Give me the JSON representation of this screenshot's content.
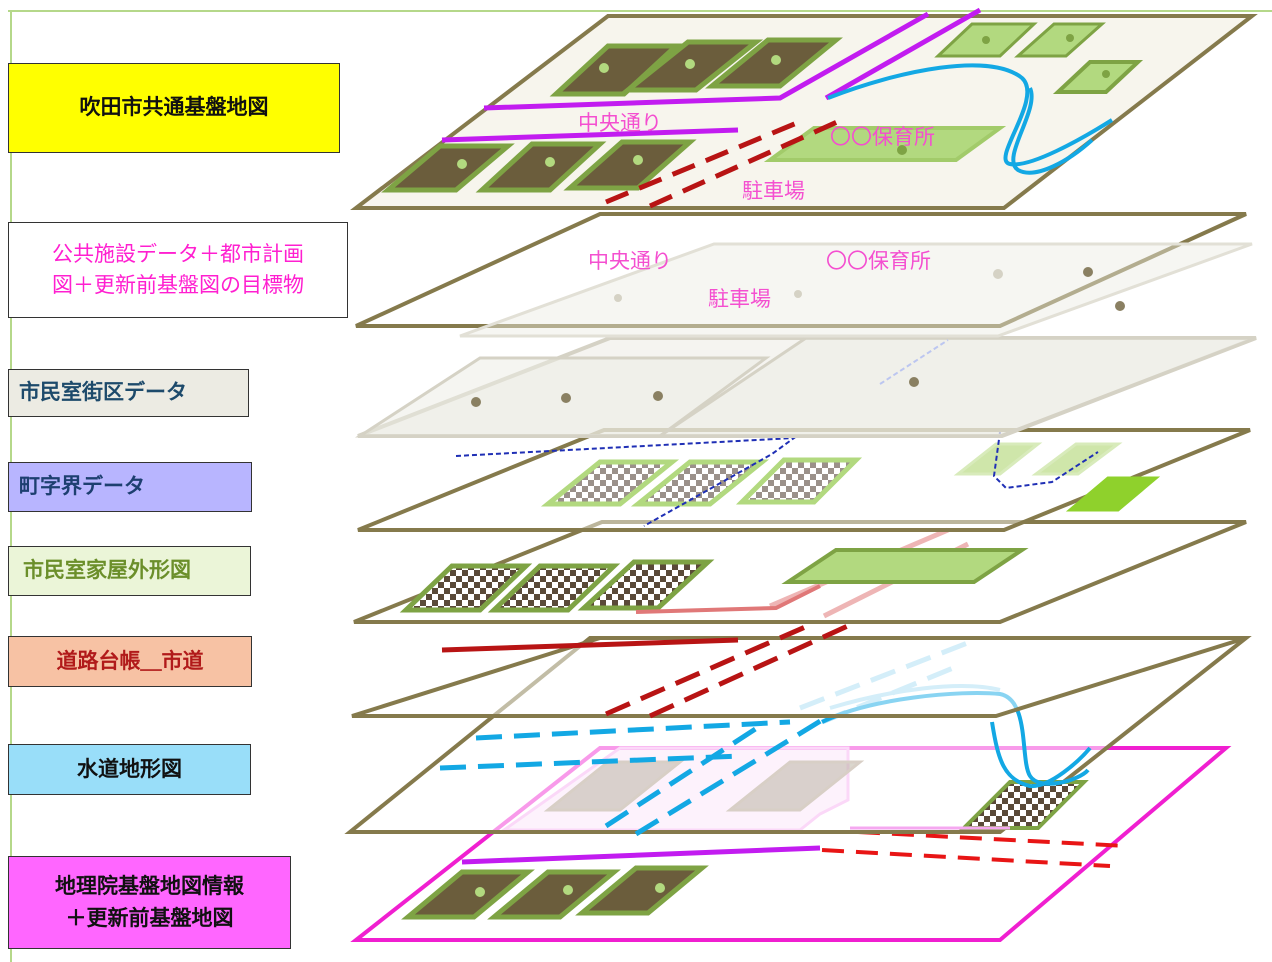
{
  "labels": {
    "common_base_map": "吹田市共通基盤地図",
    "public_facility_line1": "公共施設データ＋都市計画",
    "public_facility_line2": "図＋更新前基盤図の目標物",
    "block_data": "市民室街区データ",
    "town_boundary": "町字界データ",
    "house_outline": "市民室家屋外形図",
    "road_ledger": "道路台帳＿市道",
    "water_map": "水道地形図",
    "gsi_line1": "地理院基盤地図情報",
    "gsi_line2": "＋更新前基盤地図"
  },
  "map_text": {
    "road_name": "中央通り",
    "nursery_name": "〇〇保育所",
    "parking_name": "駐車場"
  },
  "colors": {
    "frame_line": "#b5d88a",
    "layer_edge": "#857a4c",
    "building_fill": "#6b5d3c",
    "building_edge": "#7ea344",
    "light_green": "#b2d97f",
    "road_magenta": "#c21cf0",
    "road_red": "#b81414",
    "water_blue": "#13a8e4",
    "boundary_blue": "#1f2fb5",
    "gsi_magenta": "#f01fd0",
    "label_pink": "#f44fd0"
  }
}
